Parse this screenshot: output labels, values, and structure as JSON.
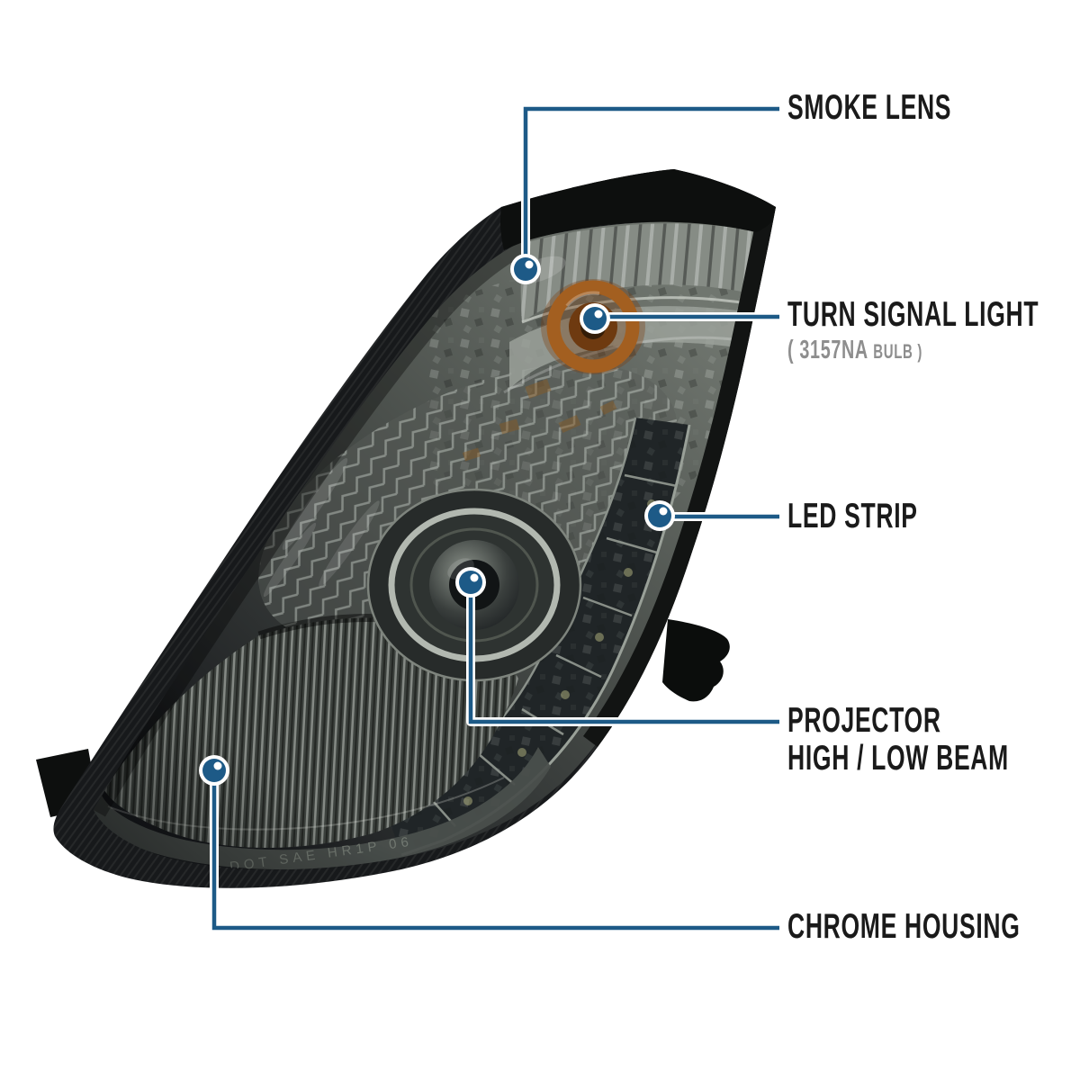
{
  "callouts": [
    {
      "id": "smoke-lens",
      "label": "SMOKE LENS"
    },
    {
      "id": "turn-signal-light",
      "label": "TURN SIGNAL LIGHT",
      "sub_code": "( 3157NA",
      "sub_word": "BULB )"
    },
    {
      "id": "led-strip",
      "label": "LED STRIP"
    },
    {
      "id": "projector",
      "label": "PROJECTOR",
      "label2": "HIGH / LOW BEAM"
    },
    {
      "id": "chrome-housing",
      "label": "CHROME HOUSING"
    }
  ],
  "lens_marking": "DOT SAE HR1P 06",
  "colors": {
    "callout_line": "#1d5a87",
    "label_text": "#1a1a1a",
    "sub_label_text": "#8e8e8e",
    "background": "#ffffff"
  }
}
